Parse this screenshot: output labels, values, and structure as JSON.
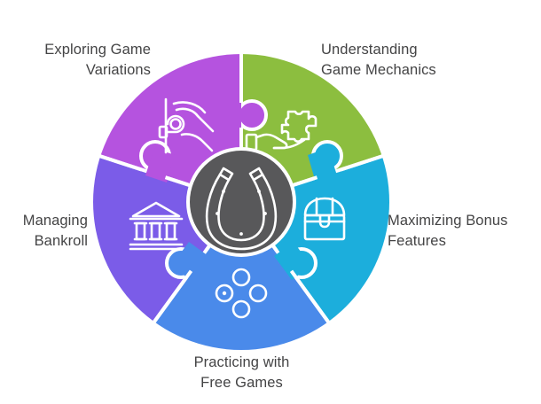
{
  "diagram": {
    "title": "Casino game strategy circular puzzle diagram",
    "type": "circular-puzzle-5-segment",
    "center": {
      "icon": "horseshoe-icon",
      "color": "#58585A",
      "icon_color": "#ffffff"
    },
    "background": "#ffffff",
    "label_color": "#444445",
    "segments": [
      {
        "id": "exploring-game-variations",
        "label": "Exploring Game\nVariations",
        "color": "#B553DF",
        "icon": "slot-machine-lever-icon",
        "position": "top-left",
        "label_align": "right"
      },
      {
        "id": "understanding-game-mechanics",
        "label": "Understanding\nGame Mechanics",
        "color": "#8CBE3F",
        "icon": "hand-holding-puzzle-piece-icon",
        "position": "top-right",
        "label_align": "left"
      },
      {
        "id": "maximizing-bonus-features",
        "label": "Maximizing Bonus\nFeatures",
        "color": "#1CAEDC",
        "icon": "treasure-chest-icon",
        "position": "right",
        "label_align": "left"
      },
      {
        "id": "practicing-with-free-games",
        "label": "Practicing with\nFree Games",
        "color": "#4A8AEA",
        "icon": "dice-dots-icon",
        "position": "bottom",
        "label_align": "center"
      },
      {
        "id": "managing-bankroll",
        "label": "Managing\nBankroll",
        "color": "#7B5CE8",
        "icon": "bank-building-icon",
        "position": "left",
        "label_align": "right"
      }
    ]
  }
}
